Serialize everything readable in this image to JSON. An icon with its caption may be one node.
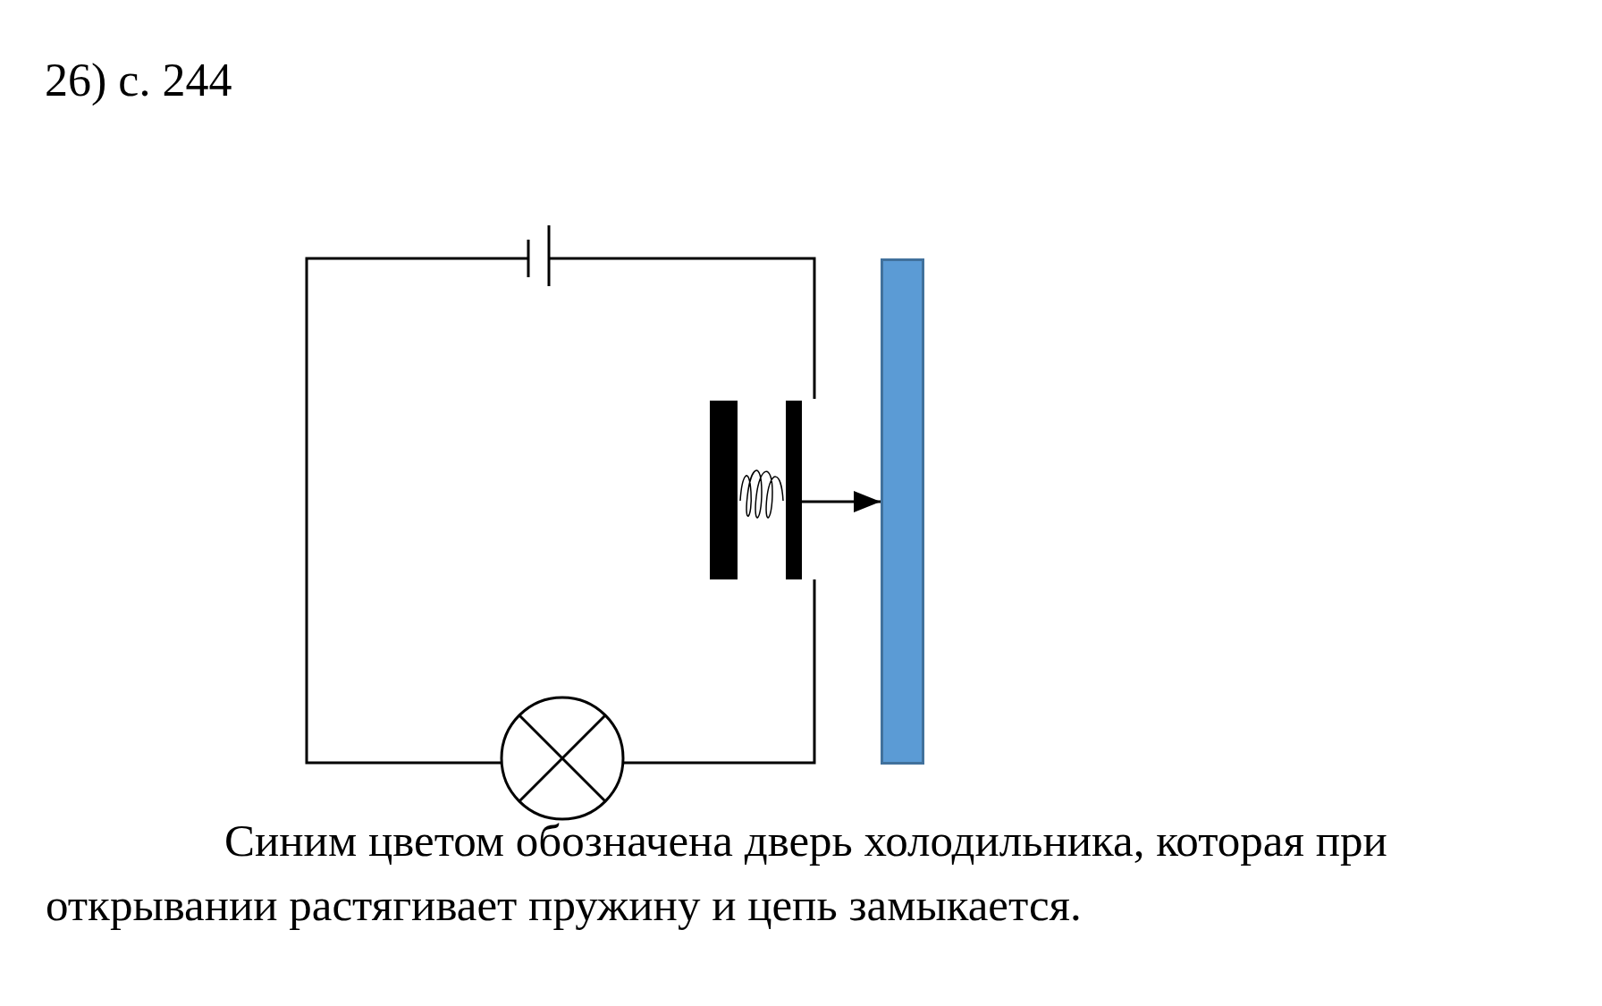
{
  "diagram": {
    "title": "26) с. 244",
    "nodes": [
      {
        "text": [],
        "shape": "bar"
      },
      {
        "text": [],
        "shape": "bar"
      }
    ],
    "edges": [
      {
        "from": 0,
        "to": 1,
        "arrow": "to"
      }
    ],
    "labels": [
      "Синим цветом обозначена дверь холодильника, которая при открывании растягивает пружину и цепь замыкается."
    ]
  }
}
